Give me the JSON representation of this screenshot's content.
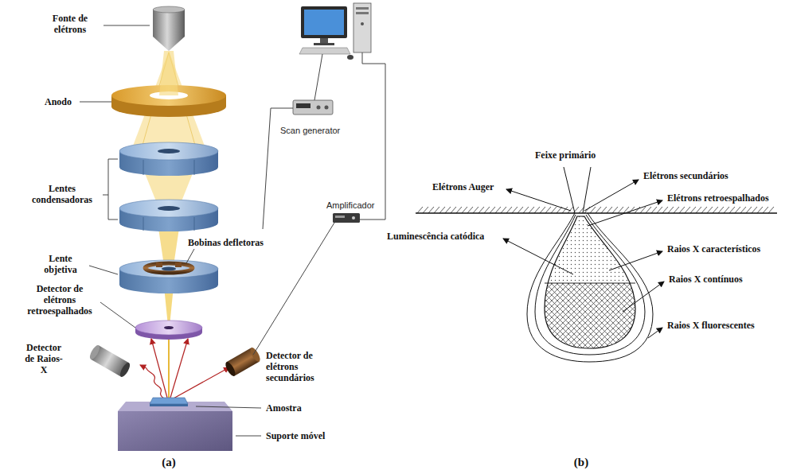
{
  "diagram": {
    "labels": [
      "Fonte de elétrons",
      "Anodo",
      "Lentes condensadoras",
      "Scan generator",
      "Bobinas defletoras",
      "Lente objetiva",
      "Amplificador",
      "Detector de elétrons retroespalhados",
      "Detector de Raios-X",
      "Detector de elétrons secundários",
      "Amostra",
      "Suporte móvel",
      "(a)",
      "Feixe primário",
      "Elétrons Auger",
      "Elétrons secundários",
      "Elétrons retroespalhados",
      "Luminescência catódica",
      "Raios X característicos",
      "Raios X contínuos",
      "Raios X fluorescentes",
      "(b)"
    ]
  }
}
